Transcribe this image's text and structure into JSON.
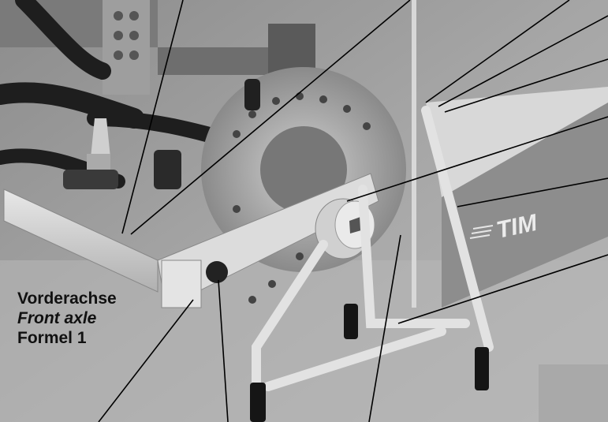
{
  "caption": {
    "line1": "Vorderachse",
    "line2": "Front axle",
    "line3": "Formel 1"
  },
  "sponsor_logo": {
    "text": "TIM"
  },
  "colors": {
    "background": "#9a9a9a",
    "leader_line": "#000000",
    "caption_text": "#111111"
  }
}
